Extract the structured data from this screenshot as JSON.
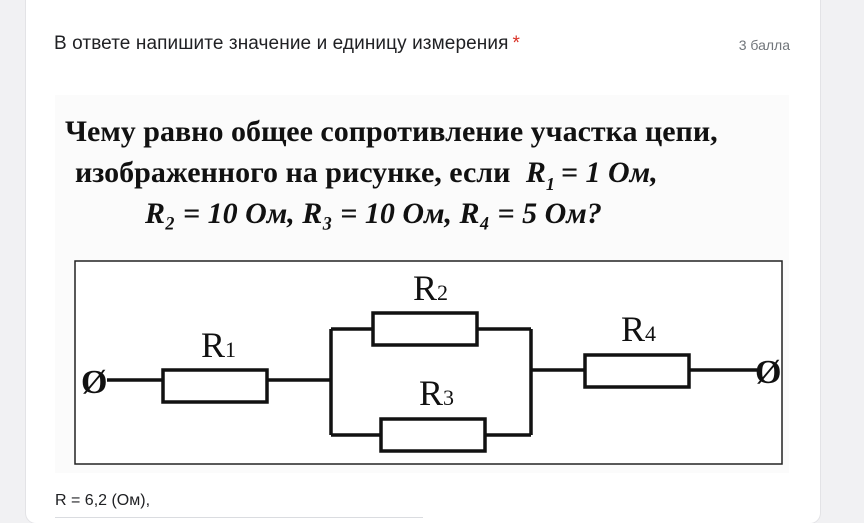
{
  "question": {
    "title": "В ответе напишите значение и единицу измерения",
    "required_mark": "*",
    "points": "3 балла"
  },
  "image": {
    "text_line1": "Чему равно общее сопротивление участка цепи,",
    "text_line2_prefix": "изображенного на рисунке, если",
    "text_line3": "R₂ = 10 Ом, R₃ = 10 Ом, R₄ = 5 Ом?",
    "r1_value": "= 1 Ом,",
    "labels": {
      "r1": "R",
      "r2": "R",
      "r3": "R",
      "r4": "R"
    },
    "subs": {
      "r1": "1",
      "r2": "2",
      "r3": "3",
      "r4": "4"
    },
    "terminal_symbol": "Ø"
  },
  "answer": {
    "value": "R = 6,2 (Ом),"
  }
}
